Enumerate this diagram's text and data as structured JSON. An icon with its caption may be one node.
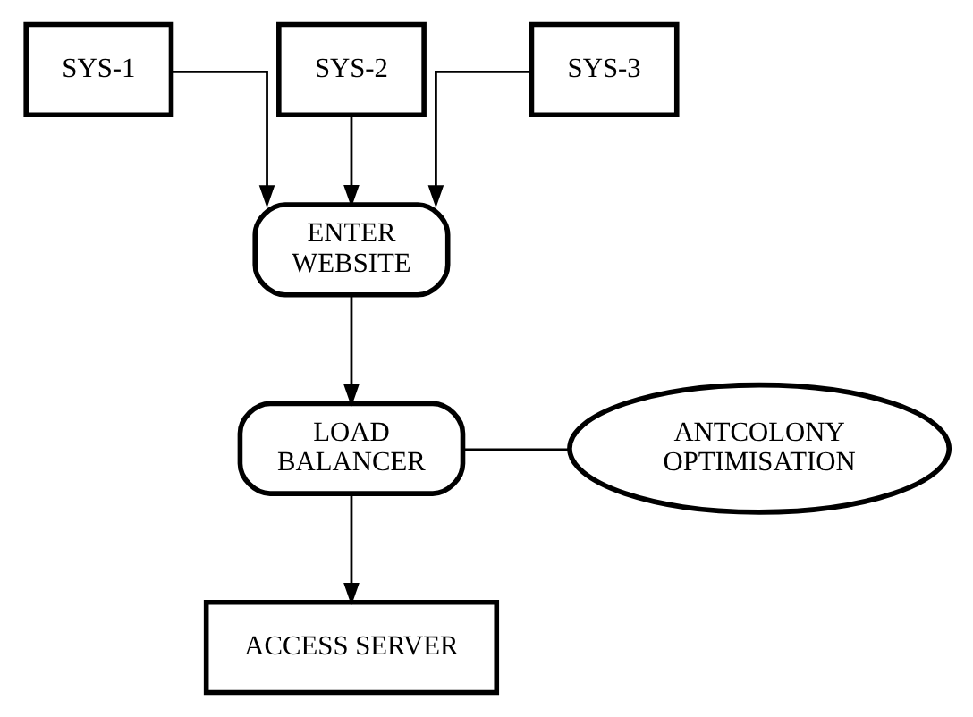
{
  "diagram": {
    "nodes": [
      {
        "text": [
          "SYS-1"
        ]
      },
      {
        "text": [
          "SYS-2"
        ]
      },
      {
        "text": [
          "SYS-3"
        ]
      },
      {
        "text": [
          "ENTER WEBSITE"
        ]
      },
      {
        "text": [
          "LOAD BALANCER"
        ]
      },
      {
        "text": [
          "ANTCOLONY OPTIMISATION"
        ]
      },
      {
        "text": [
          "ACCESS SERVER"
        ]
      }
    ],
    "edges": [
      {
        "from": 0,
        "to": 3,
        "arrow": "to"
      },
      {
        "from": 1,
        "to": 3,
        "arrow": "to"
      },
      {
        "from": 2,
        "to": 3,
        "arrow": "to"
      },
      {
        "from": 3,
        "to": 4,
        "arrow": "to"
      },
      {
        "from": 4,
        "to": 5,
        "arrow": "none"
      },
      {
        "from": 4,
        "to": 6,
        "arrow": "to"
      }
    ]
  }
}
